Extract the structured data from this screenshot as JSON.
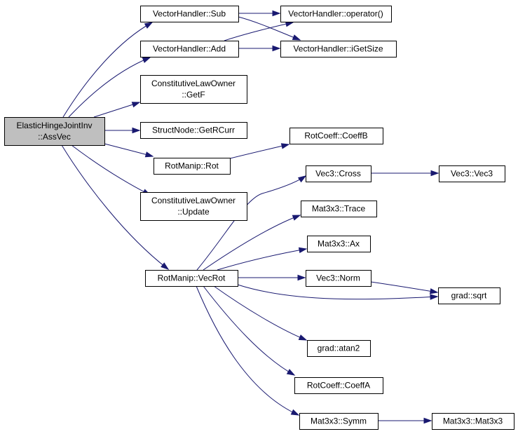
{
  "diagram": {
    "colors": {
      "edge": "#191970",
      "node_border": "#000000",
      "node_fill": "#ffffff",
      "root_fill": "#bfbfbf",
      "background": "#ffffff"
    },
    "nodes": [
      {
        "id": "root",
        "lines": [
          "ElasticHingeJointInv",
          "::AssVec"
        ],
        "root": true
      },
      {
        "id": "vh_sub",
        "lines": [
          "VectorHandler::Sub"
        ]
      },
      {
        "id": "vh_add",
        "lines": [
          "VectorHandler::Add"
        ]
      },
      {
        "id": "vh_op",
        "lines": [
          "VectorHandler::operator()"
        ]
      },
      {
        "id": "vh_size",
        "lines": [
          "VectorHandler::iGetSize"
        ]
      },
      {
        "id": "clo_getf",
        "lines": [
          "ConstitutiveLawOwner",
          "::GetF"
        ]
      },
      {
        "id": "sn_getr",
        "lines": [
          "StructNode::GetRCurr"
        ]
      },
      {
        "id": "rm_rot",
        "lines": [
          "RotManip::Rot"
        ]
      },
      {
        "id": "rc_coeffb",
        "lines": [
          "RotCoeff::CoeffB"
        ]
      },
      {
        "id": "clo_update",
        "lines": [
          "ConstitutiveLawOwner",
          "::Update"
        ]
      },
      {
        "id": "rm_vecrot",
        "lines": [
          "RotManip::VecRot"
        ]
      },
      {
        "id": "v3_cross",
        "lines": [
          "Vec3::Cross"
        ]
      },
      {
        "id": "v3_vec3",
        "lines": [
          "Vec3::Vec3"
        ]
      },
      {
        "id": "m3_trace",
        "lines": [
          "Mat3x3::Trace"
        ]
      },
      {
        "id": "m3_ax",
        "lines": [
          "Mat3x3::Ax"
        ]
      },
      {
        "id": "v3_norm",
        "lines": [
          "Vec3::Norm"
        ]
      },
      {
        "id": "grad_sqrt",
        "lines": [
          "grad::sqrt"
        ]
      },
      {
        "id": "grad_atan2",
        "lines": [
          "grad::atan2"
        ]
      },
      {
        "id": "rc_coeffa",
        "lines": [
          "RotCoeff::CoeffA"
        ]
      },
      {
        "id": "m3_symm",
        "lines": [
          "Mat3x3::Symm"
        ]
      },
      {
        "id": "m3_mat3x3",
        "lines": [
          "Mat3x3::Mat3x3"
        ]
      }
    ],
    "edges": [
      {
        "from": "root",
        "to": "vh_sub"
      },
      {
        "from": "root",
        "to": "vh_add"
      },
      {
        "from": "root",
        "to": "clo_getf"
      },
      {
        "from": "root",
        "to": "sn_getr"
      },
      {
        "from": "root",
        "to": "rm_rot"
      },
      {
        "from": "root",
        "to": "clo_update"
      },
      {
        "from": "root",
        "to": "rm_vecrot"
      },
      {
        "from": "vh_sub",
        "to": "vh_op"
      },
      {
        "from": "vh_sub",
        "to": "vh_size"
      },
      {
        "from": "vh_add",
        "to": "vh_op"
      },
      {
        "from": "vh_add",
        "to": "vh_size"
      },
      {
        "from": "rm_rot",
        "to": "rc_coeffb"
      },
      {
        "from": "rm_vecrot",
        "to": "v3_cross"
      },
      {
        "from": "rm_vecrot",
        "to": "m3_trace"
      },
      {
        "from": "rm_vecrot",
        "to": "m3_ax"
      },
      {
        "from": "rm_vecrot",
        "to": "v3_norm"
      },
      {
        "from": "rm_vecrot",
        "to": "grad_sqrt"
      },
      {
        "from": "rm_vecrot",
        "to": "grad_atan2"
      },
      {
        "from": "rm_vecrot",
        "to": "rc_coeffa"
      },
      {
        "from": "rm_vecrot",
        "to": "m3_symm"
      },
      {
        "from": "v3_cross",
        "to": "v3_vec3"
      },
      {
        "from": "v3_norm",
        "to": "grad_sqrt"
      },
      {
        "from": "m3_symm",
        "to": "m3_mat3x3"
      }
    ]
  }
}
